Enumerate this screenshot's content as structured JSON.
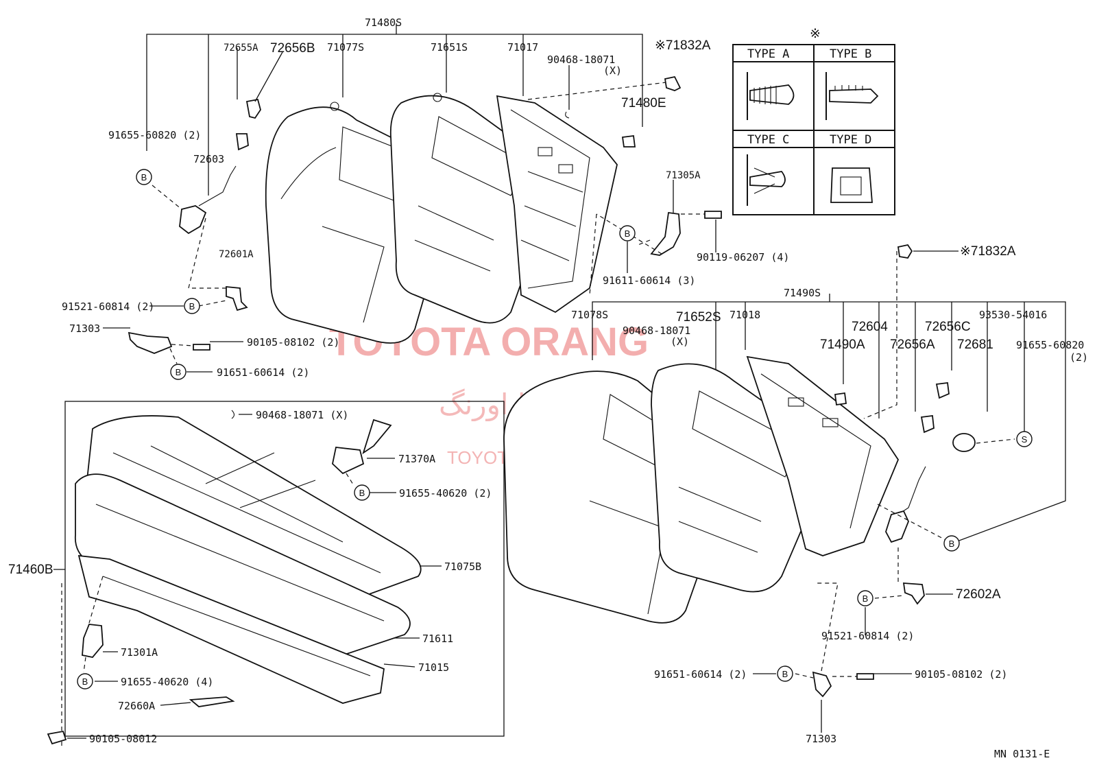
{
  "watermark": {
    "brand": "TOYOTA ORANG",
    "brand_fa": "تویوتا اورنگ",
    "site": "TOYOTAPART.IR"
  },
  "type_table": {
    "marker": "※",
    "types": [
      "TYPE A",
      "TYPE B",
      "TYPE C",
      "TYPE D"
    ]
  },
  "diagram_code": "MN 0131-E",
  "bubble_letters": {
    "b": "B",
    "s": "S"
  },
  "labels": {
    "p71480S": "71480S",
    "p72655A": "72655A",
    "p72656B": "72656B",
    "p71077S": "71077S",
    "p71651S": "71651S",
    "p71017": "71017",
    "p90468_18071_top": "90468-18071",
    "x_top": "(X)",
    "p71832A_top": "※71832A",
    "p71480E": "71480E",
    "p91655_60820_left": "91655-60820 (2)",
    "p72603": "72603",
    "p71305A": "71305A",
    "p90119_06207": "90119-06207 (4)",
    "p91611_60614": "91611-60614 (3)",
    "p71832A_right": "※71832A",
    "p72601A": "72601A",
    "p91521_60814_left": "91521-60814 (2)",
    "p71303_left": "71303",
    "p90105_08102_left": "90105-08102 (2)",
    "p91651_60614_left": "91651-60614 (2)",
    "p71490S": "71490S",
    "p71078S": "71078S",
    "p71652S": "71652S",
    "p71018": "71018",
    "p90468_18071_mid": "90468-18071",
    "x_mid": "(X)",
    "p72604": "72604",
    "p71490A": "71490A",
    "p72656C": "72656C",
    "p72656A": "72656A",
    "p72681": "72681",
    "p93530_54016": "93530-54016",
    "p91655_60820_right": "91655-60820",
    "p91655_60820_right_qty": "(2)",
    "p90468_18071_cushion": "90468-18071 (X)",
    "p71370A": "71370A",
    "p91655_40620_top": "91655-40620 (2)",
    "p71460B": "71460B",
    "p71075B": "71075B",
    "p71611": "71611",
    "p71015": "71015",
    "p71301A": "71301A",
    "p91655_40620_bottom": "91655-40620 (4)",
    "p72660A": "72660A",
    "p90105_08012": "90105-08012",
    "p72602A": "72602A",
    "p91521_60814_right": "91521-60814 (2)",
    "p91651_60614_right": "91651-60614 (2)",
    "p90105_08102_right": "90105-08102 (2)",
    "p71303_right": "71303"
  }
}
